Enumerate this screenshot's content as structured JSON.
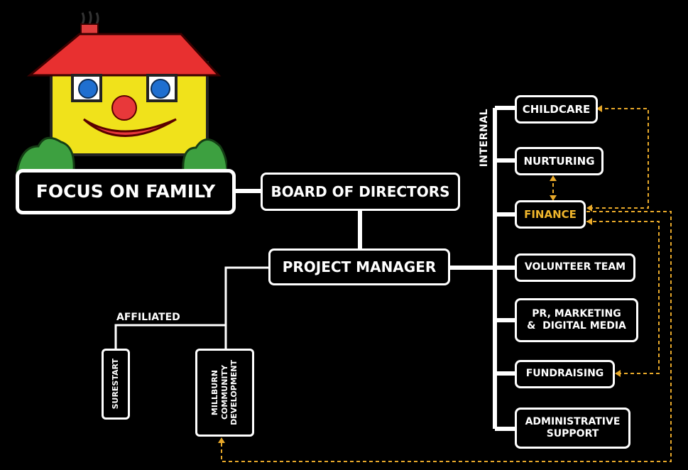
{
  "logo": {
    "name": "house-face-logo"
  },
  "title": "FOCUS ON FAMILY",
  "board": "BOARD OF DIRECTORS",
  "manager": "PROJECT MANAGER",
  "labels": {
    "internal": "INTERNAL",
    "affiliated": "AFFILIATED"
  },
  "internal_units": [
    {
      "id": "childcare",
      "text": "CHILDCARE"
    },
    {
      "id": "nurturing",
      "text": "NURTURING"
    },
    {
      "id": "finance",
      "text": "FINANCE"
    },
    {
      "id": "volunteer",
      "text": "VOLUNTEER TEAM"
    },
    {
      "id": "pr",
      "lines": [
        "PR, MARKETING",
        "&  DIGITAL MEDIA"
      ]
    },
    {
      "id": "fundraising",
      "text": "FUNDRAISING"
    },
    {
      "id": "admin",
      "lines": [
        "ADMINISTRATIVE",
        "SUPPORT"
      ]
    }
  ],
  "affiliated_units": [
    {
      "id": "surestart",
      "text": "SURESTART"
    },
    {
      "id": "millburn",
      "lines": [
        "MILLBURN",
        "COMMUNITY",
        "DEVELOPMENT"
      ]
    }
  ],
  "colors": {
    "background": "#000000",
    "line": "#ffffff",
    "finance_highlight": "#f0b62c",
    "dashed": "#e8a92a"
  }
}
